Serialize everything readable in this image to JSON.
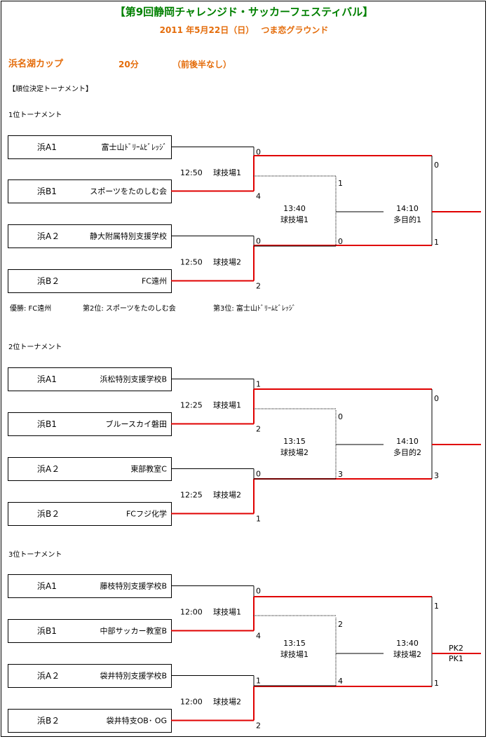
{
  "header": {
    "title": "【第9回静岡チャレンジド・サッカーフェスティバル】",
    "subtitle": "2011 年5月22日（日）　 つま恋グラウンド"
  },
  "cup": {
    "name": "浜名湖カップ",
    "duration": "20分",
    "note": "（前後半なし）"
  },
  "section_label": "【順位決定トーナメント】",
  "tournaments": [
    {
      "label": "1位トーナメント",
      "teams": [
        {
          "seed": "浜A1",
          "name": "富士山ﾄﾞﾘｰﾑﾋﾞﾚｯｼﾞ"
        },
        {
          "seed": "浜B1",
          "name": "スポーツをたのしむ会"
        },
        {
          "seed": "浜A２",
          "name": "静大附属特別支援学校"
        },
        {
          "seed": "浜B２",
          "name": "FC遠州"
        }
      ],
      "r1": [
        {
          "time": "12:50",
          "venue": "球技場1",
          "score_top": "0",
          "score_bottom": "4"
        },
        {
          "time": "12:50",
          "venue": "球技場2",
          "score_top": "0",
          "score_bottom": "2"
        }
      ],
      "semi": {
        "time": "13:40",
        "venue": "球技場1",
        "score_top": "1",
        "score_bottom": "0"
      },
      "final": {
        "time": "14:10",
        "venue": "多目的1",
        "score_top": "0",
        "score_bottom": "1"
      },
      "result": {
        "first": "優勝: FC遠州",
        "second": "第2位: スポーツをたのしむ会",
        "third": "第3位: 富士山ﾄﾞﾘｰﾑﾋﾞﾚｯｼﾞ"
      }
    },
    {
      "label": "2位トーナメント",
      "teams": [
        {
          "seed": "浜A1",
          "name": "浜松特別支援学校B"
        },
        {
          "seed": "浜B1",
          "name": "ブルースカイ磐田"
        },
        {
          "seed": "浜A２",
          "name": "東部教室C"
        },
        {
          "seed": "浜B２",
          "name": "FCフジ化学"
        }
      ],
      "r1": [
        {
          "time": "12:25",
          "venue": "球技場1",
          "score_top": "1",
          "score_bottom": "2"
        },
        {
          "time": "12:25",
          "venue": "球技場2",
          "score_top": "0",
          "score_bottom": "1"
        }
      ],
      "semi": {
        "time": "13:15",
        "venue": "球技場2",
        "score_top": "0",
        "score_bottom": "3"
      },
      "final": {
        "time": "14:10",
        "venue": "多目的2",
        "score_top": "0",
        "score_bottom": "3"
      }
    },
    {
      "label": "3位トーナメント",
      "teams": [
        {
          "seed": "浜A1",
          "name": "藤枝特別支援学校B"
        },
        {
          "seed": "浜B1",
          "name": "中部サッカー教室B"
        },
        {
          "seed": "浜A２",
          "name": "袋井特別支援学校B"
        },
        {
          "seed": "浜B２",
          "name": "袋井特支OB･ OG"
        }
      ],
      "r1": [
        {
          "time": "12:00",
          "venue": "球技場1",
          "score_top": "0",
          "score_bottom": "4"
        },
        {
          "time": "12:00",
          "venue": "球技場2",
          "score_top": "1",
          "score_bottom": "2"
        }
      ],
      "semi": {
        "time": "13:15",
        "venue": "球技場1",
        "score_top": "2",
        "score_bottom": "4"
      },
      "final": {
        "time": "13:40",
        "venue": "球技場2",
        "score_top": "1",
        "score_bottom": "1",
        "pk_top": "PK2",
        "pk_bottom": "PK1"
      }
    }
  ],
  "colors": {
    "title": "#008000",
    "accent": "#e46c0a",
    "winner_line": "#e00000"
  }
}
